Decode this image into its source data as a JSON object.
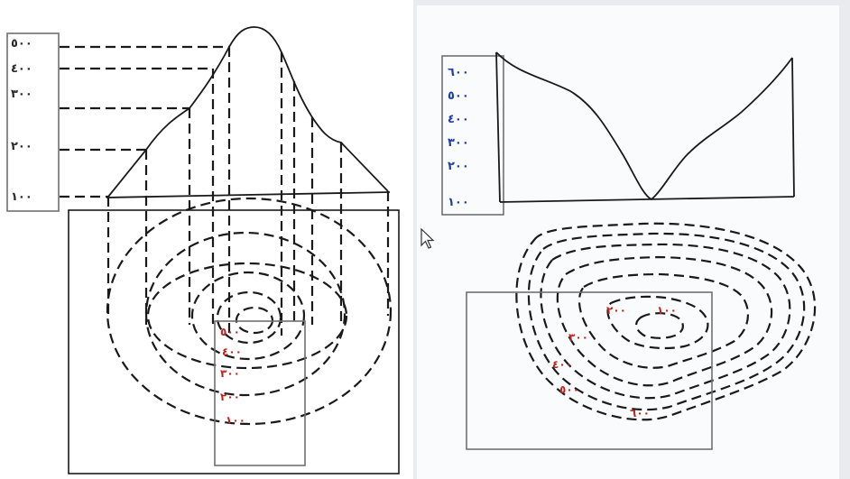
{
  "left_diagram": {
    "elevation_scale": [
      "٥٠٠",
      "٤٠٠",
      "٣٠٠",
      "٢٠٠",
      "١٠٠"
    ],
    "contour_labels": [
      "٥٠٠",
      "٤٠٠",
      "٣٠٠",
      "٢٠٠",
      "١٠٠"
    ]
  },
  "right_diagram": {
    "elevation_scale": [
      "٦٠٠",
      "٥٠٠",
      "٤٠٠",
      "٣٠٠",
      "٢٠٠",
      "١٠٠"
    ],
    "contour_labels": [
      "١٠٠",
      "٢٠٠",
      "٣٠٠",
      "٤٠٠",
      "٥٠٠",
      "٦٠٠"
    ]
  },
  "colors": {
    "scale_left": "#2a2a2a",
    "scale_right": "#1f3fa8",
    "contour_label_red": "#c0241e",
    "ink": "#1a1a1a"
  },
  "icons": {
    "cursor": "mouse-pointer-icon"
  }
}
